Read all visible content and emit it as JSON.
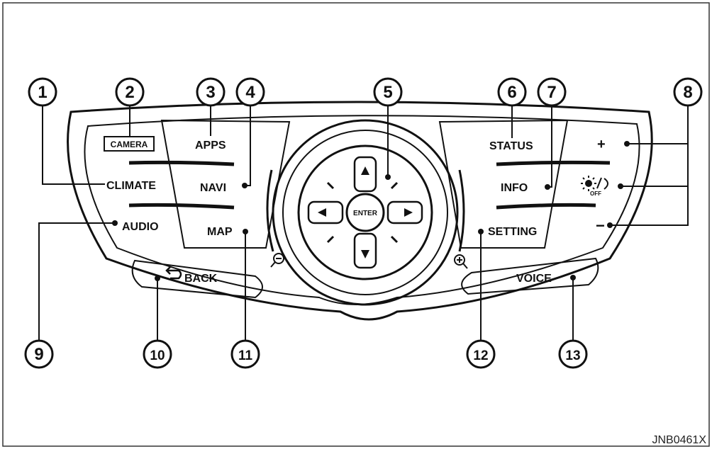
{
  "figure_code": "JNB0461X",
  "buttons": {
    "camera": "CAMERA",
    "climate": "CLIMATE",
    "audio": "AUDIO",
    "apps": "APPS",
    "navi": "NAVI",
    "map": "MAP",
    "enter": "ENTER",
    "status": "STATUS",
    "info": "INFO",
    "setting": "SETTING",
    "back": "BACK",
    "voice": "VOICE",
    "plus": "+",
    "minus": "−",
    "brightness_off": "OFF"
  },
  "callouts": [
    "1",
    "2",
    "3",
    "4",
    "5",
    "6",
    "7",
    "8",
    "9",
    "10",
    "11",
    "12",
    "13"
  ],
  "icons": {
    "back": "return-arrow-icon",
    "zoom_out": "zoom-out-icon",
    "zoom_in": "zoom-in-icon",
    "brightness": "sun-moon-icon",
    "arrows": [
      "arrow-up-icon",
      "arrow-down-icon",
      "arrow-left-icon",
      "arrow-right-icon"
    ]
  },
  "colors": {
    "ink": "#111111",
    "background": "#ffffff",
    "frame": "#333333"
  }
}
